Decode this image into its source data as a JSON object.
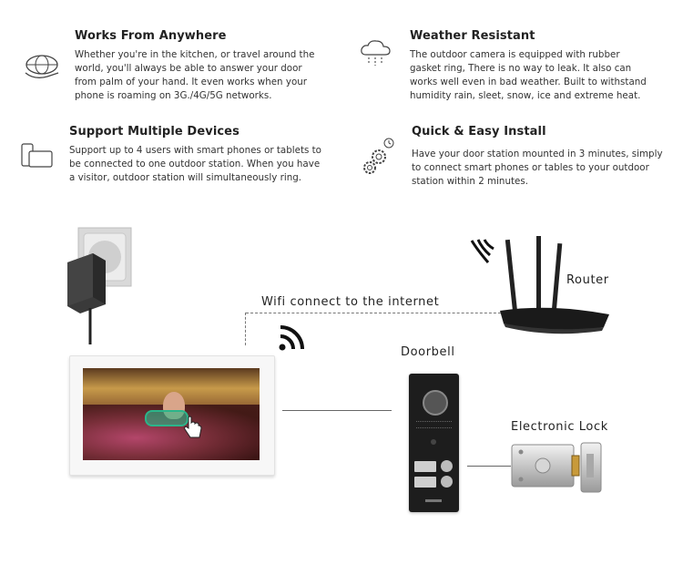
{
  "features": [
    {
      "title": "Works From Anywhere",
      "lines": [
        "Whether you're in the kitchen, or travel around the",
        "world, you'll always be able to answer your door",
        "from palm of your hand. It even works when your",
        "phone is roaming on 3G./4G/5G networks."
      ]
    },
    {
      "title": "Weather Resistant",
      "lines": [
        "The outdoor camera is equipped with rubber",
        "gasket ring, There is no way to leak. It also can",
        "works well even in bad weather. Built to withstand",
        "humidity rain, sleet, snow, ice and extreme heat."
      ]
    },
    {
      "title": "Support Multiple Devices",
      "lines": [
        "Support up to 4 users with smart phones or tablets to",
        "be connected to one outdoor station. When you have",
        "a visitor, outdoor station will simultaneously ring."
      ]
    },
    {
      "title": "Quick & Easy Install",
      "lines": [
        "Have your door station mounted in 3 minutes, simply",
        "to connect smart phones or tables to your outdoor",
        "station within 2 minutes."
      ]
    }
  ],
  "diagram": {
    "wifi_label": "Wifi connect to the internet",
    "router_label": "Router",
    "doorbell_label": "Doorbell",
    "lock_label": "Electronic Lock"
  },
  "icons": {
    "globe": "globe-hand-icon",
    "cloud": "rain-cloud-icon",
    "devices": "phone-tablet-icon",
    "gears": "gears-clock-icon"
  }
}
